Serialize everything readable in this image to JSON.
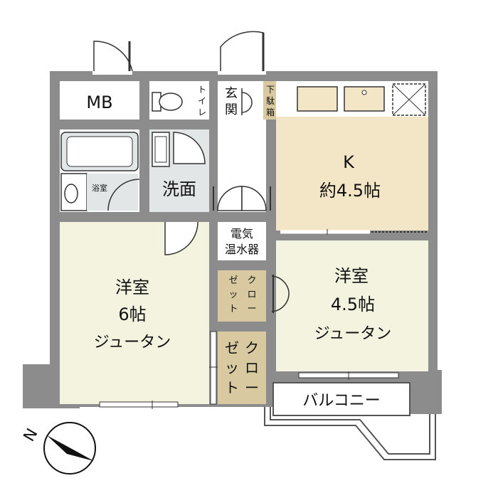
{
  "rooms": {
    "mb": "MB",
    "toilet": [
      "ト",
      "イ",
      "レ"
    ],
    "entrance": [
      "玄",
      "関"
    ],
    "shoe_box": [
      "下",
      "駄",
      "箱"
    ],
    "bath": "浴室",
    "washroom": "洗面",
    "kitchen_name": "K",
    "kitchen_size": "約4.5帖",
    "water_heater_1": "電気",
    "water_heater_2": "温水器",
    "west_room_name": "洋室",
    "west_room_size": "6帖",
    "west_room_floor": "ジュータン",
    "east_room_name": "洋室",
    "east_room_size": "4.5帖",
    "east_room_floor": "ジュータン",
    "closet_small_col1": [
      "ゼ",
      "ッ",
      "ト"
    ],
    "closet_small_col2": [
      "ク",
      "ロ",
      "ー"
    ],
    "closet_big_col1": [
      "ゼ",
      "ッ",
      "ト"
    ],
    "closet_big_col2": [
      "ク",
      "ロ",
      "ー"
    ],
    "balcony": "バルコニー"
  },
  "compass": {
    "north_label": "N"
  },
  "colors": {
    "wall": "#8c8c8c",
    "room_carpet": "#f3f3e0",
    "kitchen_floor": "#f3e6c7",
    "wet_area": "#e2e6e6",
    "closet": "#d8c9a0",
    "balcony_frame": "#555555"
  }
}
